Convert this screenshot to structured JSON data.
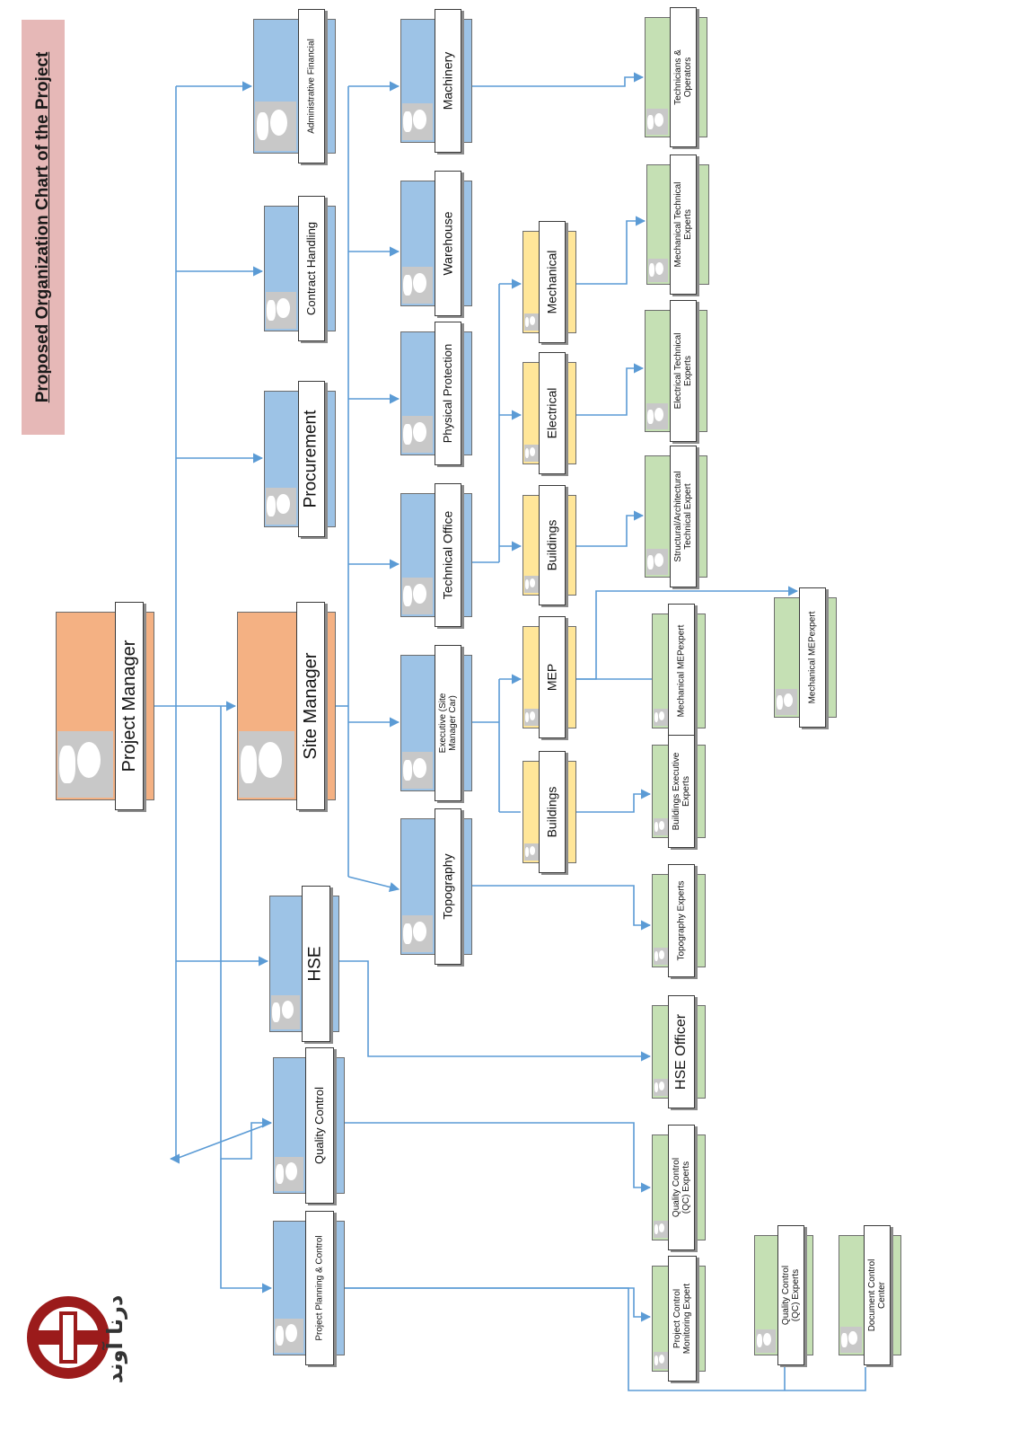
{
  "title": "Proposed Organization Chart of the Project",
  "logo_text": "درنا آوند",
  "colors": {
    "blue": "#9dc3e6",
    "orange": "#f4b183",
    "yellow": "#ffe699",
    "green": "#c5e0b4",
    "title_bg": "#e6b8b7",
    "connector": "#5b9bd5",
    "logo_red": "#9b1b1b"
  },
  "nodes": [
    {
      "id": "project-manager",
      "label": "Project Manager",
      "color": "orange"
    },
    {
      "id": "site-manager",
      "label": "Site Manager",
      "color": "orange"
    },
    {
      "id": "administrative-financial",
      "label": "Administrative Financial",
      "color": "blue"
    },
    {
      "id": "contract-handling",
      "label": "Contract Handling",
      "color": "blue"
    },
    {
      "id": "procurement",
      "label": "Procurement",
      "color": "blue"
    },
    {
      "id": "hse",
      "label": "HSE",
      "color": "blue"
    },
    {
      "id": "quality-control",
      "label": "Quality Control",
      "color": "blue"
    },
    {
      "id": "project-planning-control",
      "label": "Project Planning & Control",
      "color": "blue"
    },
    {
      "id": "machinery",
      "label": "Machinery",
      "color": "blue"
    },
    {
      "id": "warehouse",
      "label": "Warehouse",
      "color": "blue"
    },
    {
      "id": "physical-protection",
      "label": "Physical Protection",
      "color": "blue"
    },
    {
      "id": "technical-office",
      "label": "Technical Office",
      "color": "blue"
    },
    {
      "id": "executive",
      "label": "Executive (Site Manager Car)",
      "color": "blue"
    },
    {
      "id": "topography",
      "label": "Topography",
      "color": "blue"
    },
    {
      "id": "mechanical",
      "label": "Mechanical",
      "color": "yellow"
    },
    {
      "id": "electrical",
      "label": "Electrical",
      "color": "yellow"
    },
    {
      "id": "buildings-tech",
      "label": "Buildings",
      "color": "yellow"
    },
    {
      "id": "mep",
      "label": "MEP",
      "color": "yellow"
    },
    {
      "id": "buildings-exec",
      "label": "Buildings",
      "color": "yellow"
    },
    {
      "id": "technicians-operators",
      "label": "Technicians & Operators",
      "color": "green"
    },
    {
      "id": "mechanical-technical-experts",
      "label": "Mechanical Technical Experts",
      "color": "green"
    },
    {
      "id": "electrical-technical-experts",
      "label": "Electrical Technical Experts",
      "color": "green"
    },
    {
      "id": "structural-architectural-expert",
      "label": "Structural/Architectural Technical Expert",
      "color": "green"
    },
    {
      "id": "mechanical-mepexpert-1",
      "label": "Mechanical MEPexpert",
      "color": "green"
    },
    {
      "id": "mechanical-mepexpert-2",
      "label": "Mechanical MEPexpert",
      "color": "green"
    },
    {
      "id": "buildings-executive-experts",
      "label": "Buildings Executive Experts",
      "color": "green"
    },
    {
      "id": "topography-experts",
      "label": "Topography Experts",
      "color": "green"
    },
    {
      "id": "hse-officer",
      "label": "HSE Officer",
      "color": "green"
    },
    {
      "id": "qc-experts-1",
      "label": "Quality Control (QC) Experts",
      "color": "green"
    },
    {
      "id": "project-control-monitoring-expert",
      "label": "Project Control Monitoring Expert",
      "color": "green"
    },
    {
      "id": "qc-experts-2",
      "label": "Quality Control (QC) Experts",
      "color": "green"
    },
    {
      "id": "document-control-center",
      "label": "Document Control Center",
      "color": "green"
    }
  ],
  "edges": [
    [
      "project-manager",
      "administrative-financial"
    ],
    [
      "project-manager",
      "contract-handling"
    ],
    [
      "project-manager",
      "procurement"
    ],
    [
      "project-manager",
      "site-manager"
    ],
    [
      "project-manager",
      "hse"
    ],
    [
      "project-manager",
      "quality-control"
    ],
    [
      "project-manager",
      "project-planning-control"
    ],
    [
      "site-manager",
      "machinery"
    ],
    [
      "site-manager",
      "warehouse"
    ],
    [
      "site-manager",
      "physical-protection"
    ],
    [
      "site-manager",
      "technical-office"
    ],
    [
      "site-manager",
      "executive"
    ],
    [
      "site-manager",
      "topography"
    ],
    [
      "technical-office",
      "mechanical"
    ],
    [
      "technical-office",
      "electrical"
    ],
    [
      "technical-office",
      "buildings-tech"
    ],
    [
      "executive",
      "mep"
    ],
    [
      "executive",
      "buildings-exec"
    ],
    [
      "machinery",
      "technicians-operators"
    ],
    [
      "mechanical",
      "mechanical-technical-experts"
    ],
    [
      "electrical",
      "electrical-technical-experts"
    ],
    [
      "buildings-tech",
      "structural-architectural-expert"
    ],
    [
      "mep",
      "mechanical-mepexpert-1"
    ],
    [
      "mep",
      "mechanical-mepexpert-2"
    ],
    [
      "buildings-exec",
      "buildings-executive-experts"
    ],
    [
      "topography",
      "topography-experts"
    ],
    [
      "hse",
      "hse-officer"
    ],
    [
      "quality-control",
      "qc-experts-1"
    ],
    [
      "project-planning-control",
      "project-control-monitoring-expert"
    ],
    [
      "project-planning-control",
      "qc-experts-2"
    ],
    [
      "project-planning-control",
      "document-control-center"
    ]
  ]
}
